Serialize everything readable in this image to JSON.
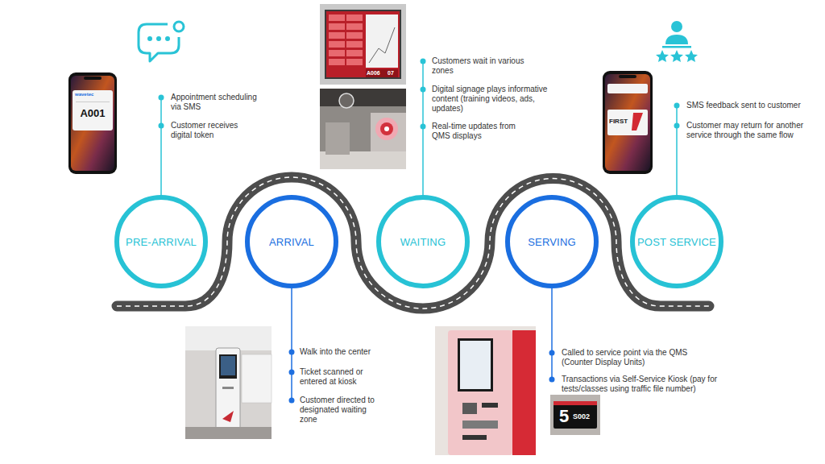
{
  "diagram": {
    "nodes": [
      {
        "text": [
          "PRE-ARRIVAL"
        ]
      },
      {
        "text": [
          "ARRIVAL"
        ]
      },
      {
        "text": [
          "WAITING"
        ]
      },
      {
        "text": [
          "SERVING"
        ]
      },
      {
        "text": [
          "POST SERVICE"
        ]
      }
    ],
    "labels": [
      "Appointment scheduling via SMS",
      "Customer receives digital token",
      "Walk into the center",
      "Ticket scanned or entered at kiosk",
      "Customer directed to designated waiting zone",
      "Customers wait in various zones",
      "Digital signage plays informative content (training videos, ads, updates)",
      "Real-time updates from QMS displays",
      "Called to service point via the QMS (Counter Display Units)",
      "Transactions via Self-Service Kiosk (pay for tests/classes using traffic file number)",
      "SMS feedback sent to customer",
      "Customer may return for another service through the same flow",
      "wavetec",
      "A001",
      "A006",
      "07",
      "FIRST",
      "5",
      "S002"
    ]
  }
}
